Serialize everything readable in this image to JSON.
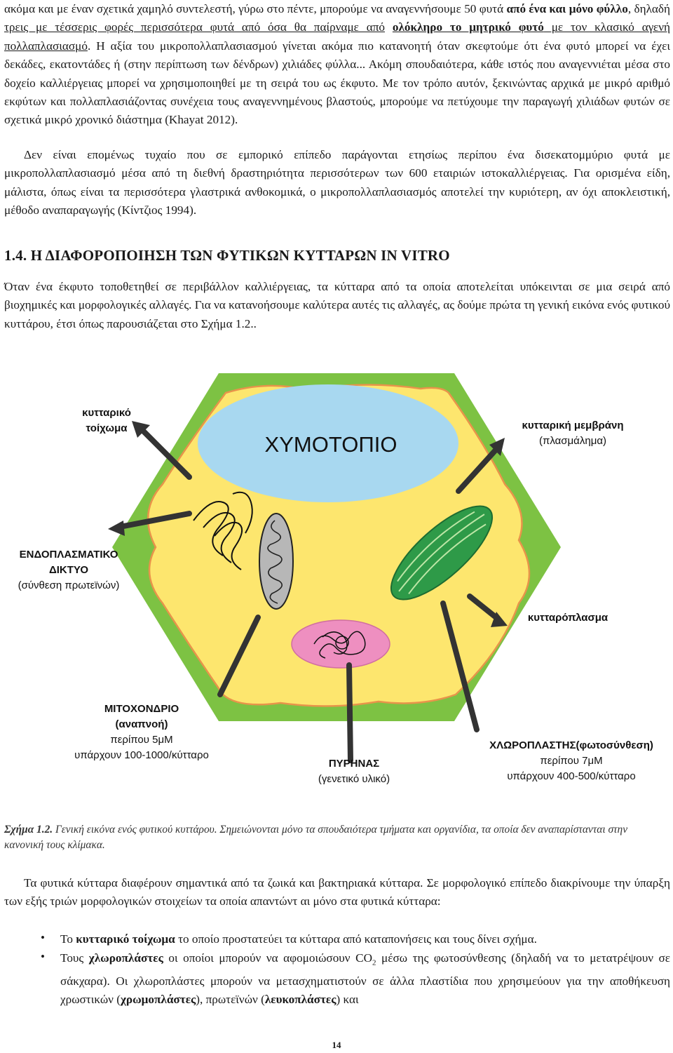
{
  "intro": {
    "s1": "ακόμα και με έναν σχετικά χαμηλό συντελεστή, γύρω στο πέντε, μπορούμε να αναγεννήσουμε 50 φυτά ",
    "s1b": "από ένα και μόνο φύλλο",
    "s2": ", δηλαδή ",
    "s2u": "τρεις με τέσσερις φορές περισσότερα φυτά από όσα θα παίρναμε από",
    "s2b": "ολόκληρο το μητρικό φυτό",
    "s3u": " με τον κλασικό αγενή πολλαπλασιασμό",
    "s4": ". Η αξία του μικροπολλαπλασιασμού γίνεται ακόμα πιο κατανοητή όταν σκεφτούμε ότι ένα φυτό μπορεί να έχει δεκάδες, εκατοντάδες ή (στην περίπτωση των δένδρων) χιλιάδες φύλλα... Ακόμη σπουδαιότερα, κάθε ιστός που αναγεννιέται μέσα στο δοχείο καλλιέργειας μπορεί να χρησιμοποιηθεί με τη σειρά του ως έκφυτο. Με τον τρόπο αυτόν, ξεκινώντας αρχικά με μικρό αριθμό εκφύτων και πολλαπλασιάζοντας συνέχεια τους αναγεννημένους βλαστούς, μπορούμε να πετύχουμε την παραγωγή χιλιάδων φυτών σε σχετικά μικρό χρονικό διάστημα (Khayat 2012)."
  },
  "para2": "Δεν είναι επομένως τυχαίο που σε εμπορικό επίπεδο παράγονται ετησίως περίπου ένα δισεκατομμύριο φυτά με μικροπολλαπλασιασμό μέσα από τη διεθνή δραστηριότητα περισσότερων των 600 εταιριών ιστοκαλλιέργειας. Για ορισμένα είδη, μάλιστα, όπως είναι τα περισσότερα γλαστρικά ανθοκομικά, ο μικροπολλαπλασιασμός αποτελεί την κυριότερη, αν όχι αποκλειστική, μέθοδο αναπαραγωγής (Κίντζιος 1994).",
  "section_heading": "1.4. Η ΔΙΑΦΟΡΟΠΟΙΗΣΗ ΤΩΝ ΦΥΤΙΚΩΝ ΚΥΤΤΑΡΩΝ IN VITRO",
  "para3": "Όταν ένα έκφυτο τοποθετηθεί σε περιβάλλον καλλιέργειας, τα κύτταρα από τα οποία αποτελείται υπόκεινται σε μια σειρά από βιοχημικές και μορφολογικές αλλαγές. Για να κατανοήσουμε καλύτερα αυτές τις αλλαγές, ας δούμε πρώτα τη γενική εικόνα ενός φυτικού κυττάρου, έτσι όπως παρουσιάζεται στο Σχήμα 1.2..",
  "diagram": {
    "vacuole": "ΧΥΜΟΤΟΠΙΟ",
    "cell_wall": {
      "l1": "κυτταρικό",
      "l2": "τοίχωμα"
    },
    "membrane": {
      "l1": "κυτταρική μεμβράνη",
      "l2": "(πλασμάλημα)"
    },
    "er": {
      "l1": "ΕΝΔΟΠΛΑΣΜΑΤΙΚΟ",
      "l2": "ΔΙΚΤΥΟ",
      "l3": "(σύνθεση πρωτεϊνών)"
    },
    "cytoplasm": "κυτταρόπλασμα",
    "mito": {
      "l1": "ΜΙΤΟΧΟΝΔΡΙΟ",
      "l2": "(αναπνοή)",
      "l3": "περίπου 5μΜ",
      "l4": "υπάρχουν 100-1000/κύτταρο"
    },
    "nucleus": {
      "l1": "ΠΥΡΗΝΑΣ",
      "l2": "(γενετικό υλικό)"
    },
    "chloro": {
      "l1": "ΧΛΩΡΟΠΛΑΣΤΗΣ(φωτοσύνθεση)",
      "l2": "περίπου 7μΜ",
      "l3": "υπάρχουν 400-500/κύτταρο"
    },
    "colors": {
      "wall": "#7dc243",
      "cytoplasm": "#fde66e",
      "outline": "#e8944a",
      "vacuole": "#a8d8f0",
      "nucleus": "#ee8fc0",
      "chloroplast": "#2e9a48",
      "mitochondrion": "#b7b7b7"
    }
  },
  "caption": {
    "label": "Σχήμα 1.2.",
    "text": " Γενική εικόνα ενός φυτικού κυττάρου. Σημειώνονται μόνο τα σπουδαιότερα τμήματα και οργανίδια, τα οποία δεν αναπαρίστανται στην κανονική τους κλίμακα."
  },
  "para4": "Τα φυτικά κύτταρα διαφέρουν σημαντικά από τα ζωικά και βακτηριακά κύτταρα. Σε μορφολογικό επίπεδο διακρίνουμε την ύπαρξη των εξής τριών μορφολογικών στοιχείων τα οποία απαντώντ αι μόνο στα φυτικά κύτταρα:",
  "bullets": {
    "mark": "•",
    "b1": {
      "pre": "Το ",
      "bold": "κυτταρικό τοίχωμα",
      "post": " το οποίο προστατεύει τα κύτταρα από καταπονήσεις και τους δίνει σχήμα."
    },
    "b2": {
      "pre": "Τους ",
      "bold": "χλωροπλάστες",
      "mid": " οι οποίοι μπορούν να αφομοιώσουν CO",
      "sub": "2",
      "mid2": " μέσω της φωτοσύνθεσης (δηλαδή να το μετατρέψουν σε σάκχαρα). Οι χλωροπλάστες μπορούν να μετασχηματιστούν σε άλλα πλαστίδια που χρησιμεύουν για την αποθήκευση χρωστικών (",
      "bold2": "χρωμοπλάστες",
      "mid3": "), πρωτεϊνών (",
      "bold3": "λευκοπλάστες",
      "post": ") και"
    }
  },
  "page_number": "14"
}
